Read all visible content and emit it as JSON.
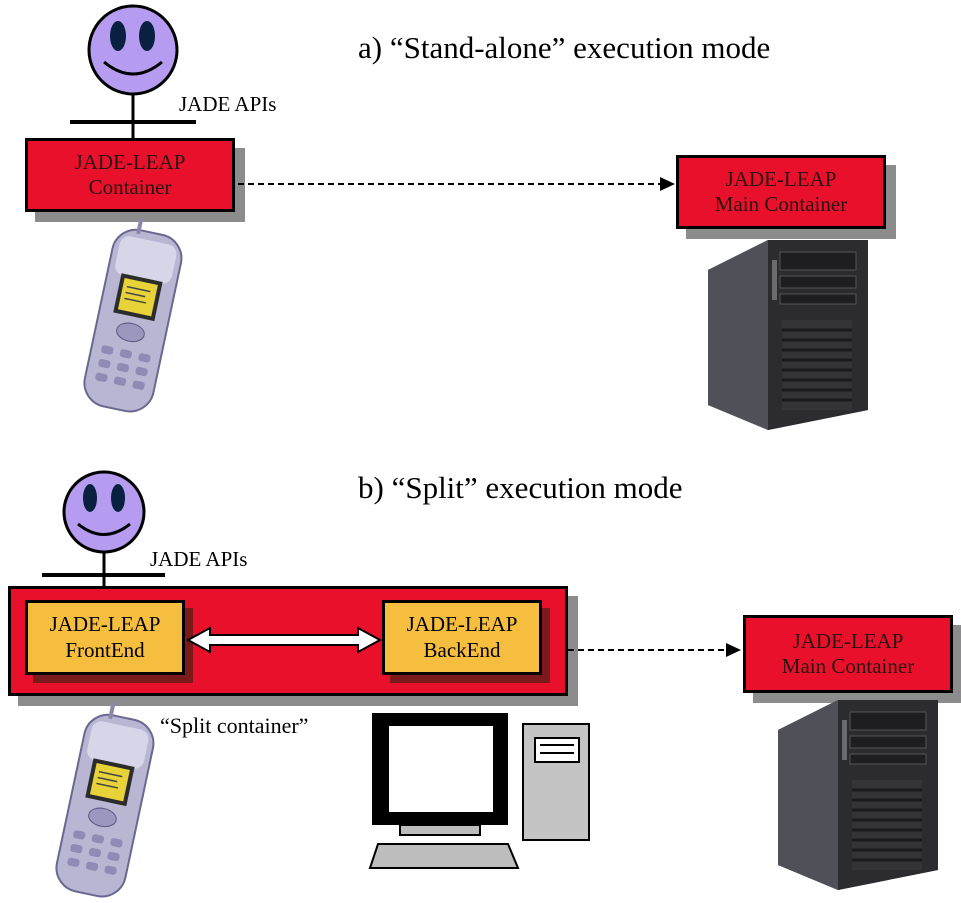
{
  "section_a": {
    "title": "a) “Stand-alone” execution mode",
    "api_label": "JADE APIs",
    "container": {
      "line1": "JADE-LEAP",
      "line2": "Container"
    },
    "main_container": {
      "line1": "JADE-LEAP",
      "line2": "Main Container"
    }
  },
  "section_b": {
    "title": "b) “Split” execution mode",
    "api_label": "JADE APIs",
    "frontend": {
      "line1": "JADE-LEAP",
      "line2": "FrontEnd"
    },
    "backend": {
      "line1": "JADE-LEAP",
      "line2": "BackEnd"
    },
    "main_container": {
      "line1": "JADE-LEAP",
      "line2": "Main Container"
    },
    "split_caption": "“Split container”"
  },
  "colors": {
    "container_red": "#e8102a",
    "frontend_backend_yellow": "#f6be3f",
    "smiley_purple": "#b69cf0",
    "shadow_gray": "#8c8c8c"
  },
  "icons": [
    "smiley-user-icon",
    "mobile-phone-icon",
    "server-tower-icon",
    "desktop-computer-icon"
  ]
}
